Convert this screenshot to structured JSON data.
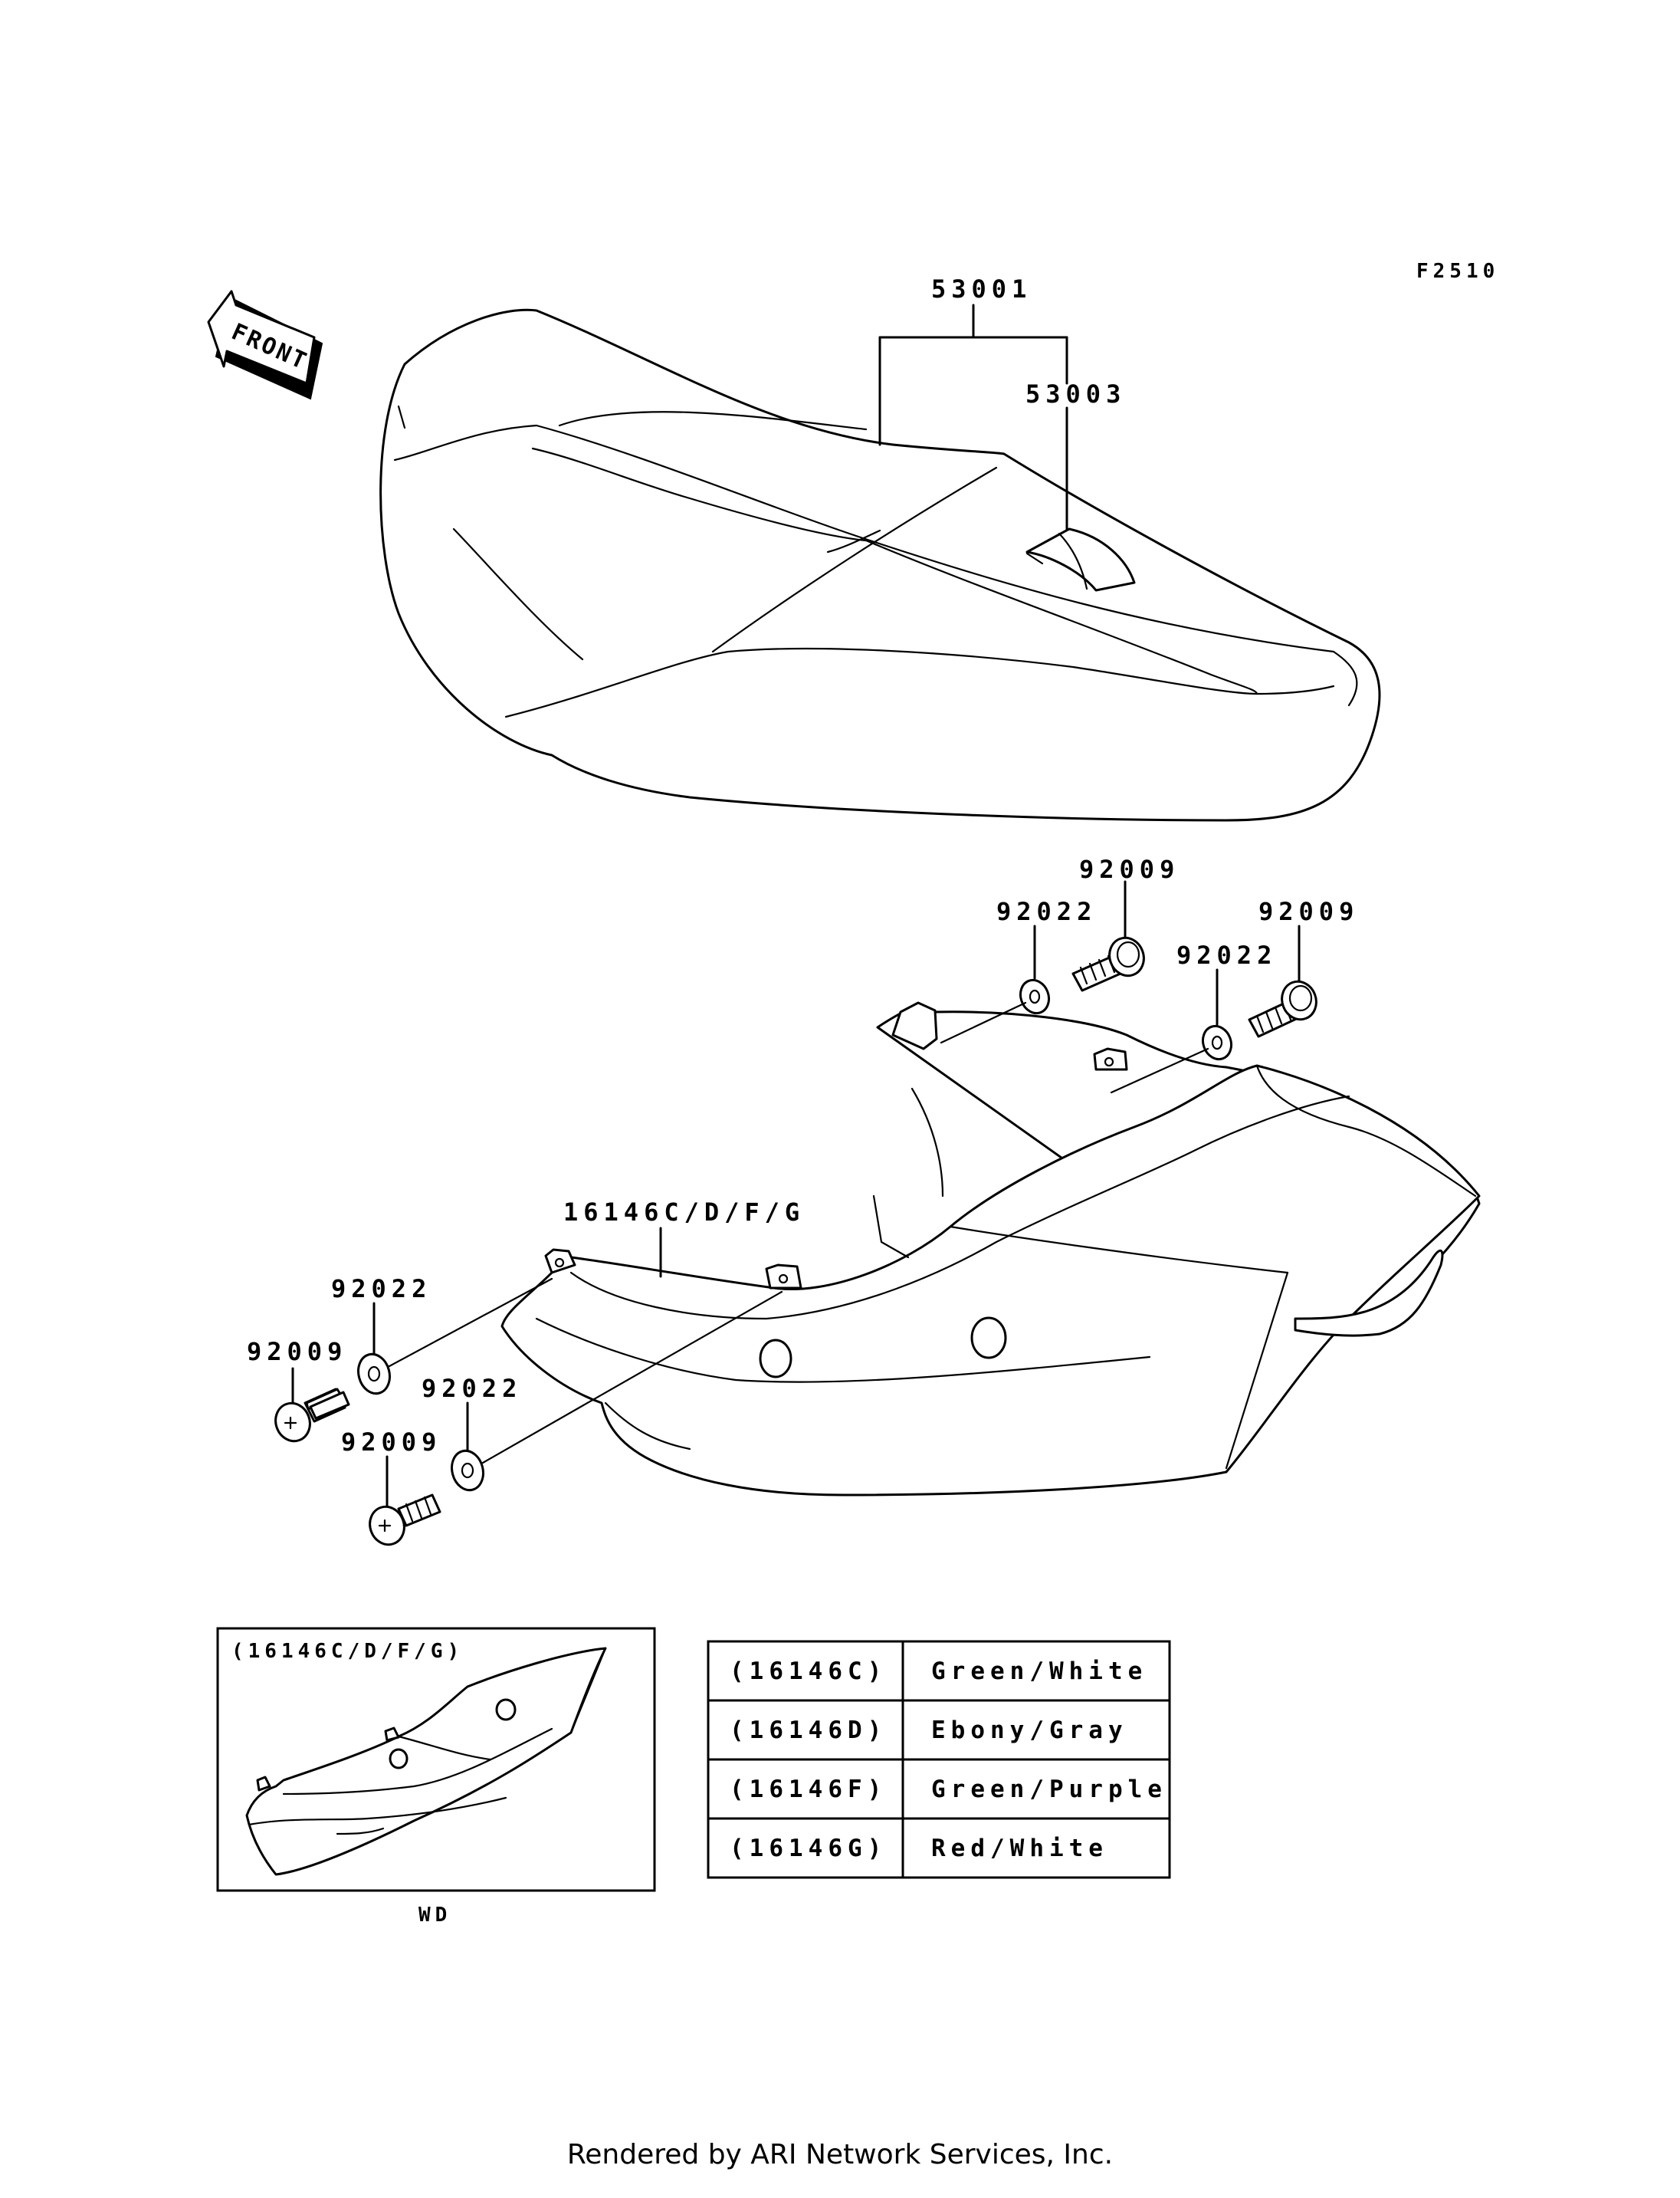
{
  "figure_code": "F2510",
  "front_label": "FRONT",
  "callouts": {
    "seat_assembly": "53001",
    "seat_cover": "53003",
    "bolt_top_1": "92009",
    "bolt_top_2": "92009",
    "washer_top_1": "92022",
    "washer_top_2": "92022",
    "side_cover": "16146C/D/F/G",
    "washer_left_1": "92022",
    "washer_left_2": "92022",
    "bolt_left_1": "92009",
    "bolt_left_2": "92009"
  },
  "inset": {
    "title": "(16146C/D/F/G)",
    "caption": "WD"
  },
  "color_table": [
    {
      "part": "(16146C)",
      "color": "Green/White"
    },
    {
      "part": "(16146D)",
      "color": "Ebony/Gray"
    },
    {
      "part": "(16146F)",
      "color": "Green/Purple"
    },
    {
      "part": "(16146G)",
      "color": "Red/White"
    }
  ],
  "footer": "Rendered by ARI Network Services, Inc."
}
